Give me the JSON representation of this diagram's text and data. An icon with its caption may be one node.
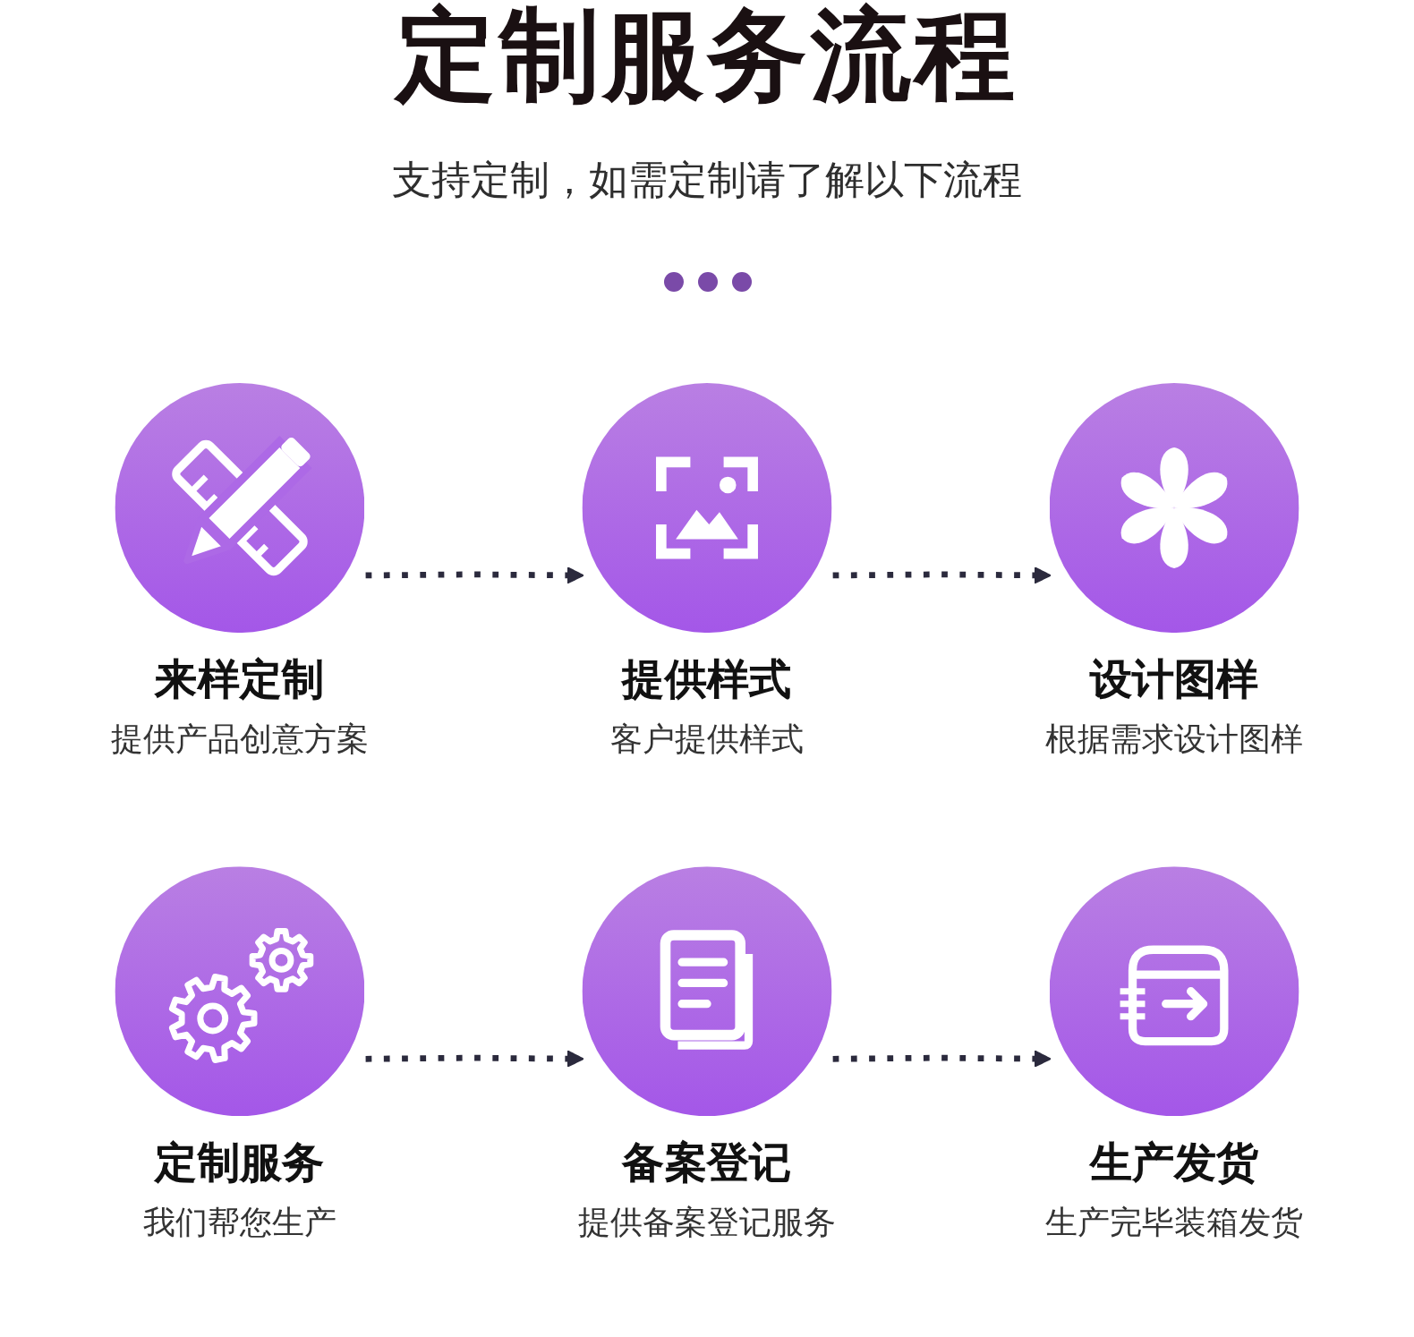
{
  "diagram": {
    "title": "定制服务流程",
    "nodes": [
      {
        "text": [
          "来样定制",
          "提供产品创意方案"
        ]
      },
      {
        "text": [
          "提供样式",
          "客户提供样式"
        ]
      },
      {
        "text": [
          "设计图样",
          "根据需求设计图样"
        ]
      },
      {
        "text": [
          "定制服务",
          "我们帮您生产"
        ]
      },
      {
        "text": [
          "备案登记",
          "提供备案登记服务"
        ]
      },
      {
        "text": [
          "生产发货",
          "生产完毕装箱发货"
        ]
      }
    ],
    "edges": [
      {
        "from": 0,
        "to": 1,
        "arrow": "to",
        "style": "dashed"
      },
      {
        "from": 1,
        "to": 2,
        "arrow": "to",
        "style": "dashed"
      },
      {
        "from": 3,
        "to": 4,
        "arrow": "to",
        "style": "dashed"
      },
      {
        "from": 4,
        "to": 5,
        "arrow": "to",
        "style": "dashed"
      }
    ],
    "labels": [
      "支持定制，如需定制请了解以下流程"
    ]
  }
}
